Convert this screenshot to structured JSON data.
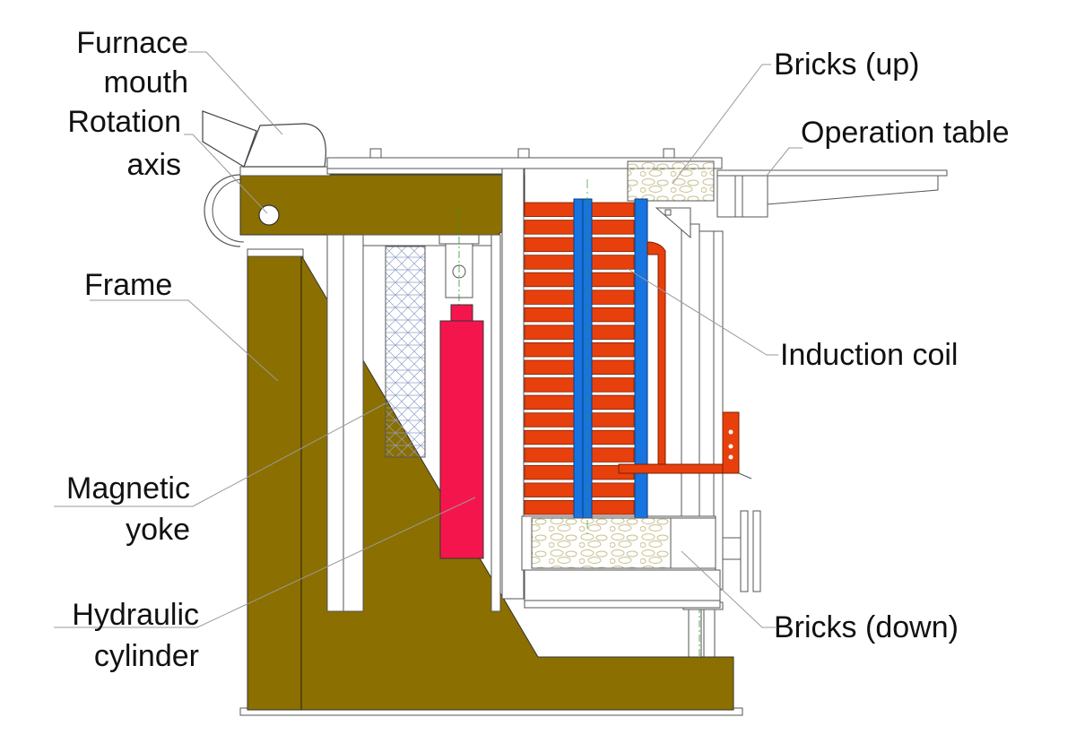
{
  "labels": {
    "furnace_mouth": [
      "Furnace",
      "mouth"
    ],
    "rotation_axis": [
      "Rotation",
      "axis"
    ],
    "frame": "Frame",
    "magnetic_yoke": [
      "Magnetic",
      "yoke"
    ],
    "hydraulic_cylinder": [
      "Hydraulic",
      "cylinder"
    ],
    "bricks_up": "Bricks (up)",
    "operation_table": "Operation table",
    "induction_coil": "Induction coil",
    "bricks_down": "Bricks (down)"
  },
  "colors": {
    "frame": "#8b6f00",
    "coil": "#e8400c",
    "cooling_pipe": "#1874e0",
    "cylinder": "#f5154d",
    "outline": "#555555",
    "leader": "#9a9a9a",
    "brick": "#c9c08e"
  }
}
